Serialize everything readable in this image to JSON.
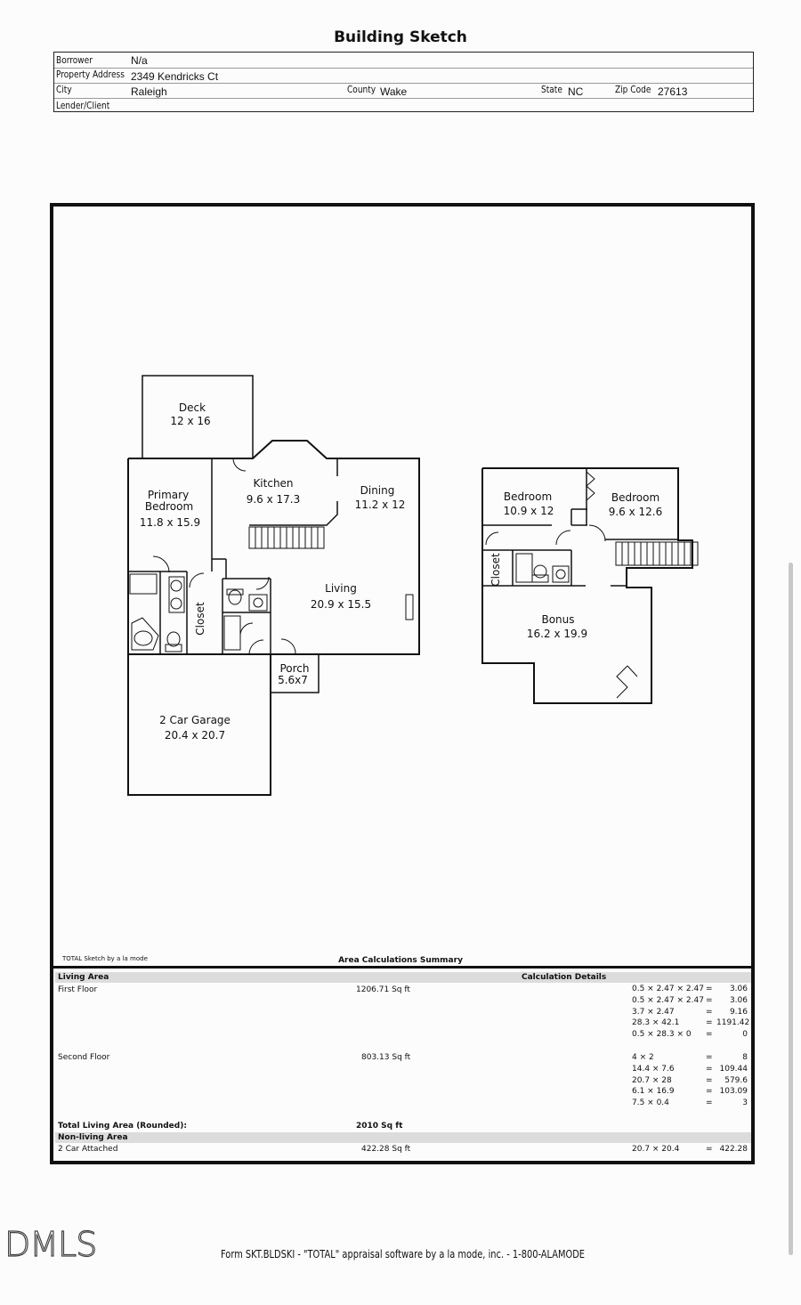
{
  "title": "Building Sketch",
  "header": {
    "borrower_label": "Borrower",
    "borrower": "N/a",
    "address_label": "Property Address",
    "address": "2349 Kendricks Ct",
    "city_label": "City",
    "city": "Raleigh",
    "county_label": "County",
    "county": "Wake",
    "state_label": "State",
    "state": "NC",
    "zip_label": "Zip Code",
    "zip": "27613",
    "lender_label": "Lender/Client",
    "lender": ""
  },
  "rooms": {
    "deck": "Deck",
    "deck_dim": "12 x 16",
    "kitchen": "Kitchen",
    "kitchen_dim": "9.6 x 17.3",
    "dining": "Dining",
    "dining_dim": "11.2 x 12",
    "primary": "Primary",
    "primary2": "Bedroom",
    "primary_dim": "11.8 x 15.9",
    "living": "Living",
    "living_dim": "20.9 x 15.5",
    "closet": "Closet",
    "porch": "Porch",
    "porch_dim": "5.6x7",
    "garage": "2 Car Garage",
    "garage_dim": "20.4 x 20.7",
    "bed2": "Bedroom",
    "bed2_dim": "10.9 x 12",
    "bed3": "Bedroom",
    "bed3_dim": "9.6 x 12.6",
    "closet2": "Closet",
    "bonus": "Bonus",
    "bonus_dim": "16.2 x 19.9"
  },
  "credit": "TOTAL Sketch by a la mode",
  "summary": {
    "title": "Area Calculations Summary",
    "living_area": "Living Area",
    "calc_details": "Calculation Details",
    "first_floor": "First Floor",
    "first_sqft": "1206.71 Sq ft",
    "first_calcs": [
      {
        "expr": "0.5 × 2.47 × 2.47",
        "eq": "=",
        "res": "3.06"
      },
      {
        "expr": "0.5 × 2.47 × 2.47",
        "eq": "=",
        "res": "3.06"
      },
      {
        "expr": "3.7 × 2.47",
        "eq": "=",
        "res": "9.16"
      },
      {
        "expr": "28.3 × 42.1",
        "eq": "=",
        "res": "1191.42"
      },
      {
        "expr": "0.5 × 28.3 × 0",
        "eq": "=",
        "res": "0"
      }
    ],
    "second_floor": "Second Floor",
    "second_sqft": "803.13 Sq ft",
    "second_calcs": [
      {
        "expr": "4 × 2",
        "eq": "=",
        "res": "8"
      },
      {
        "expr": "14.4 × 7.6",
        "eq": "=",
        "res": "109.44"
      },
      {
        "expr": "20.7 × 28",
        "eq": "=",
        "res": "579.6"
      },
      {
        "expr": "6.1 × 16.9",
        "eq": "=",
        "res": "103.09"
      },
      {
        "expr": "7.5 × 0.4",
        "eq": "=",
        "res": "3"
      }
    ],
    "total_label": "Total Living Area (Rounded):",
    "total_value": "2010 Sq ft",
    "nonliving": "Non-living Area",
    "garage": "2 Car Attached",
    "garage_sqft": "422.28 Sq ft",
    "garage_calc": {
      "expr": "20.7 × 20.4",
      "eq": "=",
      "res": "422.28"
    }
  },
  "watermark": "DMLS",
  "footer": "Form SKT.BLDSKI - \"TOTAL\" appraisal software by a la mode, inc. - 1-800-ALAMODE"
}
